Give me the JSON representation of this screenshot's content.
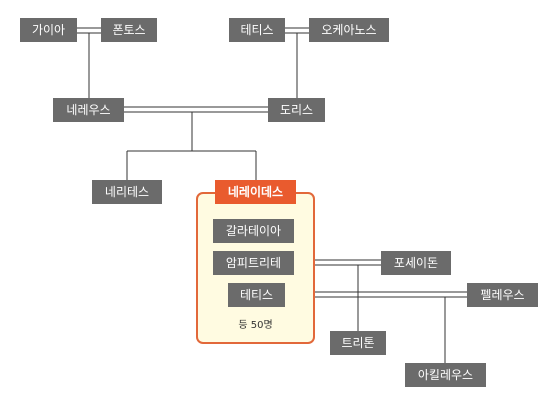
{
  "diagram": {
    "nodes": {
      "gaia": "가이아",
      "pontos": "폰토스",
      "tethys_top": "테티스",
      "okeanos": "오케아노스",
      "nereus": "네레우스",
      "doris": "도리스",
      "nerites": "네리테스",
      "nereides": "네레이데스",
      "galateia": "갈라테이아",
      "amphitrite": "암피트리테",
      "thetis": "테티스",
      "poseidon": "포세이돈",
      "peleus": "펠레우스",
      "triton": "트리톤",
      "achilleus": "아킬레우스"
    },
    "group_note": "등 50명",
    "colors": {
      "node": "#6b6b6b",
      "highlight": "#e95b2e",
      "group_border": "#e2683a",
      "group_fill": "#fffbe1",
      "line": "#333333"
    }
  }
}
